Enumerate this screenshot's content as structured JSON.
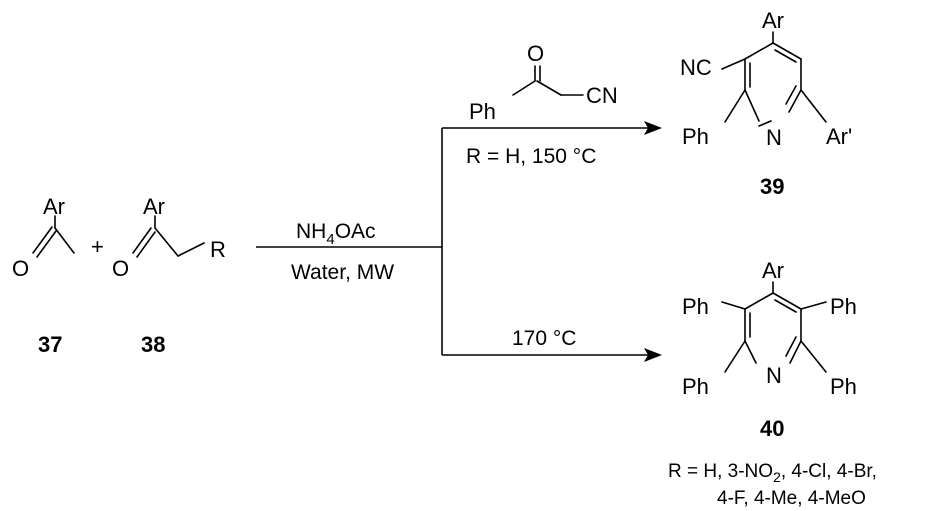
{
  "compounds": {
    "c37": {
      "number": "37",
      "ar": "Ar",
      "o": "O"
    },
    "c38": {
      "number": "38",
      "ar": "Ar",
      "o": "O",
      "r": "R"
    },
    "plus": "+",
    "c39": {
      "number": "39",
      "ar": "Ar",
      "nc": "NC",
      "ph": "Ph",
      "n": "N",
      "ar2": "Ar'"
    },
    "c40": {
      "number": "40",
      "ar": "Ar",
      "ph": "Ph",
      "n": "N"
    },
    "reagent": {
      "o": "O",
      "ph": "Ph",
      "cn": "CN"
    }
  },
  "conditions": {
    "main_top_pre": "NH",
    "main_top_sub": "4",
    "main_top_post": "OAc",
    "main_bottom": "Water, MW",
    "upper_below": "R = H, 150 °C",
    "lower_above": "170 °C"
  },
  "footnote": {
    "line1_pre": "R = H, 3-NO",
    "line1_sub": "2",
    "line1_post": ", 4-Cl, 4-Br,",
    "line2": "4-F, 4-Me, 4-MeO"
  }
}
